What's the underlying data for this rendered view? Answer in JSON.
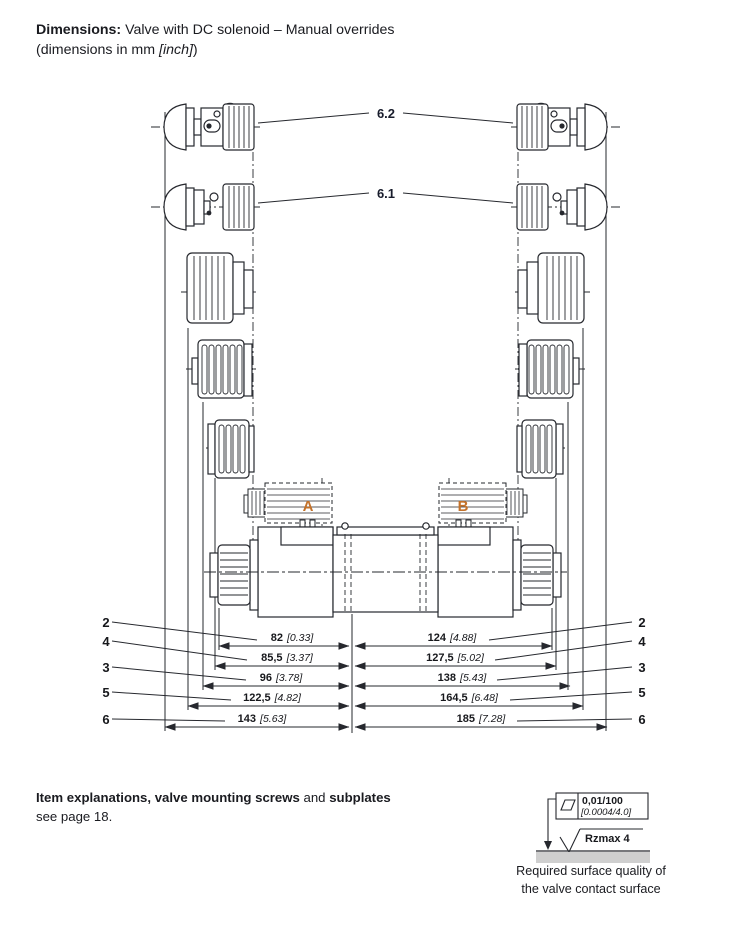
{
  "header": {
    "title_bold": "Dimensions:",
    "title_rest": " Valve with DC solenoid – Manual overrides",
    "subtitle_prefix": "(dimensions in mm ",
    "subtitle_inch": "[inch]",
    "subtitle_suffix": ")"
  },
  "drawing": {
    "top_callouts": {
      "c62": "6.2",
      "c61": "6.1"
    },
    "ports": {
      "a": "A",
      "b": "B"
    },
    "items_left": [
      "2",
      "4",
      "3",
      "5",
      "6"
    ],
    "items_right": [
      "2",
      "4",
      "3",
      "5",
      "6"
    ],
    "dims": [
      {
        "item": "2",
        "l_mm": "82",
        "l_in": "[0.33]",
        "r_mm": "124",
        "r_in": "[4.88]"
      },
      {
        "item": "4",
        "l_mm": "85,5",
        "l_in": "[3.37]",
        "r_mm": "127,5",
        "r_in": "[5.02]"
      },
      {
        "item": "3",
        "l_mm": "96",
        "l_in": "[3.78]",
        "r_mm": "138",
        "r_in": "[5.43]"
      },
      {
        "item": "5",
        "l_mm": "122,5",
        "l_in": "[4.82]",
        "r_mm": "164,5",
        "r_in": "[6.48]"
      },
      {
        "item": "6",
        "l_mm": "143",
        "l_in": "[5.63]",
        "r_mm": "185",
        "r_in": "[7.28]"
      }
    ]
  },
  "footer": {
    "note_bold_1": "Item explanations, valve mounting screws",
    "note_plain": " and ",
    "note_bold_2": "subplates",
    "note_line2": "see page 18.",
    "surface_symbol": {
      "flatness_mm": "0,01/100",
      "flatness_inch": "[0.0004/4.0]",
      "roughness": "Rzmax 4",
      "caption1": "Required surface quality of",
      "caption2": "the valve contact surface"
    }
  },
  "colors": {
    "port_label": "#c4722a",
    "line": "#26282e"
  }
}
